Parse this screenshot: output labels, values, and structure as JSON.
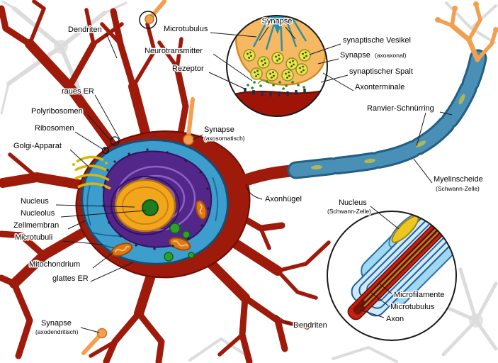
{
  "labels": {
    "dendrites_top": "Dendriten",
    "microtubule_top": "Microtubulus",
    "synapse_inset_title": "Synapse",
    "neurotransmitter": "Neurotransmitter",
    "receptor": "Rezeptor",
    "synaptic_vesicles": "synaptische Vesikel",
    "synapse_axoaxonal": "Synapse",
    "synapse_axoaxonal_type": "(axoaxonal)",
    "synaptic_cleft": "synaptischer Spalt",
    "axon_terminal": "Axonterminale",
    "ranvier_node": "Ranvier-Schnürring",
    "rough_er": "raues ER",
    "polyribosomes": "Polyribosomen",
    "ribosomes": "Ribosomen",
    "golgi": "Golgi-Apparat",
    "synapse_axosomatic": "Synapse",
    "synapse_axosomatic_type": "(axosomatisch)",
    "axon_hillock": "Axonhügel",
    "nucleus": "Nucleus",
    "nucleolus": "Nucleolus",
    "cell_membrane": "Zellmembran",
    "microtubules": "Microtubuli",
    "mitochondrion": "Mitochondrium",
    "smooth_er": "glattes ER",
    "synapse_axodendritic": "Synapse",
    "synapse_axodendritic_type": "(axodendritisch)",
    "dendrites_bottom": "Dendriten",
    "myelin_sheath": "Myelinscheide",
    "myelin_sheath_type": "(Schwann-Zelle)",
    "schwann_nucleus": "Nucleus",
    "schwann_nucleus_type": "(Schwann-Zelle)",
    "microfilaments": "Microfilamente",
    "microtubule_axon": "Microtubulus",
    "axon": "Axon"
  },
  "colors": {
    "neuron_red": "#9e1a0b",
    "neuron_dark": "#6d0d03",
    "terminal_orange": "#f2a050",
    "myelin_blue": "#4a8fb5",
    "myelin_dark": "#235e84",
    "axon_core_red": "#8f1507",
    "cytoplasm_blue": "#3d9dcc",
    "er_purple": "#53268a",
    "er_swirl": "#8a62c8",
    "nucleus_orange": "#f2a61c",
    "nucleolus_green": "#1f7d1f",
    "golgi_yellow": "#d9b60a",
    "mitochondria_orange": "#e07818",
    "vesicle_yellow": "#e6e64e",
    "transmitter_green": "#1f8f1f",
    "postsynaptic_red": "#a01408",
    "schwann_nucleus_yellow": "#ecc722",
    "background_neuron_gray": "#dcdcdc"
  }
}
